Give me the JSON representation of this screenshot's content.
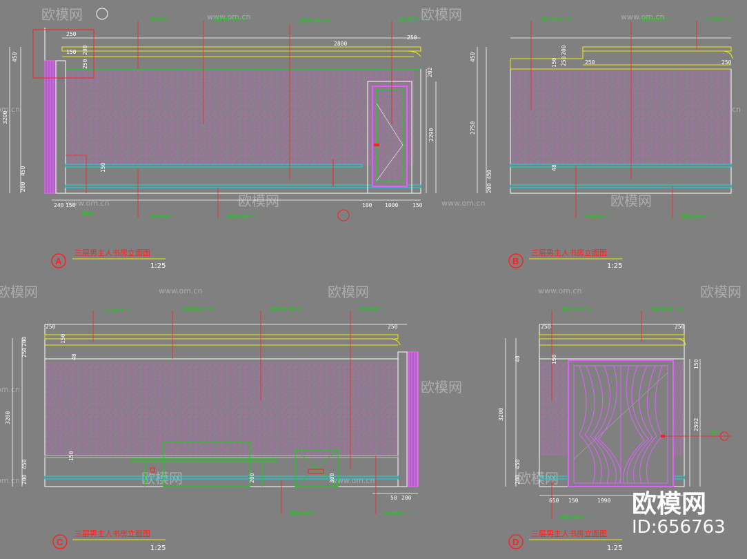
{
  "colors": {
    "background": "#808080",
    "wall_fill": "#8c7e8c",
    "stipple": "#d43ad4",
    "outline": "#ffffff",
    "trim_yellow": "#f0f000",
    "baseboard_cyan": "#00e0e0",
    "leader_red": "#ff2020",
    "callout_green": "#00e000",
    "curtain_magenta": "#e060ff"
  },
  "watermark": {
    "brand": "欧模网",
    "site": "www.om.cn",
    "site_short": "om.cn"
  },
  "badge": {
    "brand": "欧模网",
    "id": "ID:656763"
  },
  "panels": [
    {
      "letter": "A",
      "title": "三层男主人书房立面图",
      "scale": "1:25",
      "dims_left": [
        "450",
        "3200",
        "450",
        "200"
      ],
      "dims_top": [
        "250",
        "150",
        "250"
      ],
      "dims_bottom": [
        "240",
        "150",
        "100",
        "1000",
        "150"
      ],
      "dims_right": [
        "202",
        "2290"
      ],
      "dims_inner": [
        "200",
        "250",
        "2800",
        "150"
      ],
      "callouts_top": [
        "木饰面 PT-3",
        "墙纸饰面 WP-10",
        "乳胶漆饰面 PT-3",
        "成品木门 PT-3"
      ],
      "callouts_bottom": [
        "踢脚线",
        "木饰面板 PT-3",
        "踢脚线饰面 PT-3"
      ]
    },
    {
      "letter": "B",
      "title": "三层男主人书房立面图",
      "scale": "1:25",
      "dims_left": [
        "450",
        "2750",
        "450",
        "200"
      ],
      "dims_top": [
        "250",
        "200",
        "250",
        "250"
      ],
      "dims_inner": [
        "150",
        "48"
      ],
      "callouts_top": [
        "墙纸饰面 WP-10",
        "乳胶漆饰面 PT-3",
        "天花饰面 PT-1"
      ],
      "callouts_bottom": [
        "木饰面板 PT-3",
        "踢脚线饰面 PT-3"
      ]
    },
    {
      "letter": "C",
      "title": "三层男主人书房立面图",
      "scale": "1:25",
      "dims_left": [
        "200",
        "250",
        "3200",
        "450",
        "200"
      ],
      "dims_top": [
        "250",
        "250"
      ],
      "dims_bottom": [
        "50",
        "200"
      ],
      "dims_inner": [
        "150",
        "48",
        "150",
        "200",
        "300"
      ],
      "callouts_top": [
        "天花饰面 PT-1",
        "乳胶漆饰面 PT-3",
        "墙纸饰面 WP-10",
        "木饰面板 PT-3"
      ],
      "callouts_bottom": [
        "踢脚线饰面 PT-3",
        "木饰面板 PT-3"
      ]
    },
    {
      "letter": "D",
      "title": "三层男主人书房立面图",
      "scale": "1:25",
      "dims_left": [
        "3200",
        "450",
        "200",
        "48"
      ],
      "dims_top": [
        "250",
        "250"
      ],
      "dims_bottom": [
        "650",
        "150",
        "1990"
      ],
      "dims_right": [
        "150",
        "2592"
      ],
      "dims_inner": [
        "150"
      ],
      "callouts_top": [
        "墙纸饰面 WP-10",
        "乳胶漆饰面 PT-3"
      ],
      "callouts_bottom": [
        "踢脚线饰面 PT-3",
        "窗帘"
      ],
      "curtain_label": "窗帘"
    }
  ]
}
